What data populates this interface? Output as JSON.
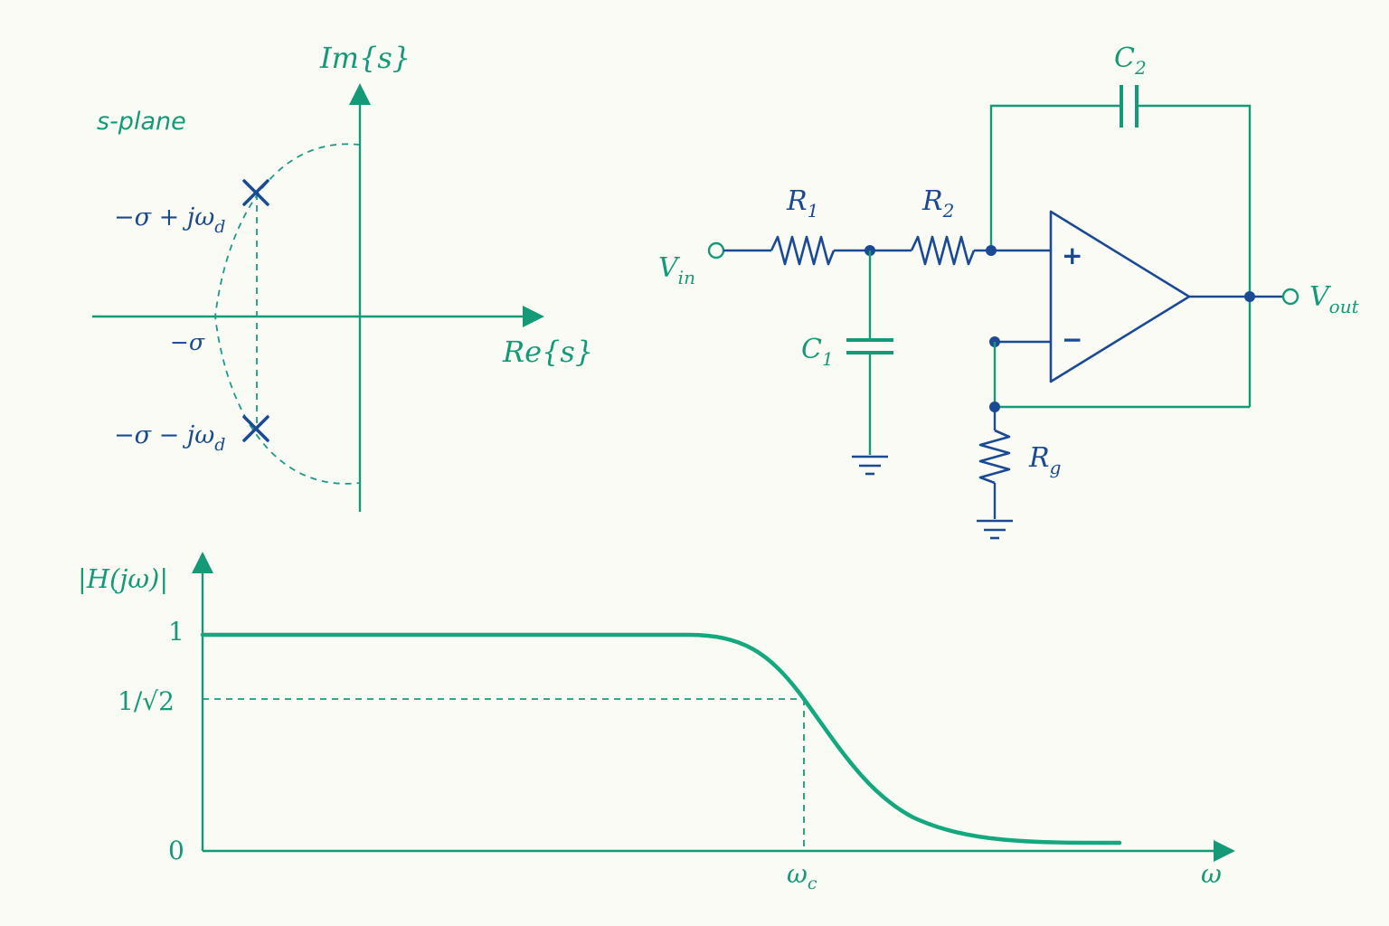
{
  "colors": {
    "background": "#fbfbf6",
    "green": "#159a78",
    "blue": "#1a4a93",
    "curve": "#14a87e"
  },
  "s_plane": {
    "title": "s-plane",
    "imag_axis_label": "Im{s}",
    "real_axis_label": "Re{s}",
    "sigma_label": "−σ",
    "pole_upper_label": "−σ + jω",
    "pole_upper_subscript": "d",
    "pole_lower_label": "−σ − jω",
    "pole_lower_subscript": "d",
    "pole_markers": [
      "×",
      "×"
    ]
  },
  "circuit": {
    "components": {
      "R1": {
        "name": "R",
        "sub": "1"
      },
      "R2": {
        "name": "R",
        "sub": "2"
      },
      "C1": {
        "name": "C",
        "sub": "1"
      },
      "C2": {
        "name": "C",
        "sub": "2"
      },
      "Rg": {
        "name": "R",
        "sub": "g"
      }
    },
    "vin": {
      "name": "V",
      "sub": "in"
    },
    "vout": {
      "name": "V",
      "sub": "out"
    },
    "opamp": {
      "plus": "+",
      "minus": "−"
    }
  },
  "bode": {
    "y_axis_label": "|H(jω)|",
    "y_tick_1": "1",
    "y_tick_half_power": "1/√2",
    "y_tick_0": "0",
    "x_cutoff_label": "ω",
    "x_cutoff_sub": "c",
    "x_axis_label": "ω"
  }
}
